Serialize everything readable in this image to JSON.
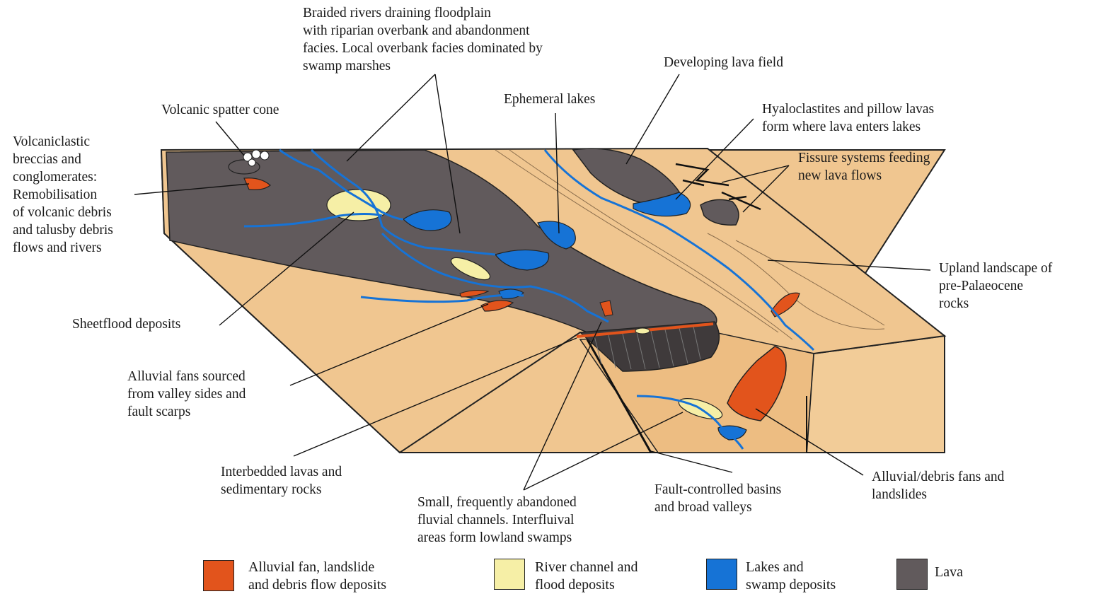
{
  "labels": {
    "braided": [
      "Braided rivers draining floodplain",
      "with riparian overbank and abandonment",
      "facies. Local overbank facies dominated by",
      "swamp marshes"
    ],
    "spatter": [
      "Volcanic spatter cone"
    ],
    "ephemeral": [
      "Ephemeral lakes"
    ],
    "lavafield": [
      "Developing lava field"
    ],
    "hyalo": [
      "Hyaloclastites and pillow lavas",
      "form where lava enters lakes"
    ],
    "fissure": [
      "Fissure systems feeding",
      "new lava flows"
    ],
    "volcaniclastic": [
      "Volcaniclastic",
      "breccias and",
      "conglomerates:",
      "Remobilisation",
      "of volcanic debris",
      "and talusby debris",
      "flows and rivers"
    ],
    "upland": [
      "Upland landscape of",
      "pre-Palaeocene",
      "rocks"
    ],
    "sheetflood": [
      "Sheetflood deposits"
    ],
    "fans": [
      "Alluvial fans sourced",
      "from valley sides and",
      "fault scarps"
    ],
    "interbedded": [
      "Interbedded lavas and",
      "sedimentary rocks"
    ],
    "channels": [
      "Small, frequently abandoned",
      "fluvial channels. Interfluival",
      "areas form lowland swamps"
    ],
    "fault": [
      "Fault-controlled basins",
      "and broad valleys"
    ],
    "debrisfans": [
      "Alluvial/debris fans and",
      "landslides"
    ]
  },
  "legend": [
    {
      "lines": [
        "Alluvial fan, landslide",
        "and debris flow deposits"
      ],
      "color": "#e2541c"
    },
    {
      "lines": [
        "River channel and",
        "flood deposits"
      ],
      "color": "#f6efa6"
    },
    {
      "lines": [
        "Lakes and",
        "swamp deposits"
      ],
      "color": "#1673d6"
    },
    {
      "lines": [
        "Lava"
      ],
      "color": "#615a5c"
    }
  ],
  "colors": {
    "sand": "#f0c690",
    "sand_dark": "#e6b67c",
    "lava": "#615a5c",
    "lava_dark": "#3f3a3b",
    "river": "#1673d6",
    "fan": "#e2541c",
    "channel": "#f6efa6"
  }
}
